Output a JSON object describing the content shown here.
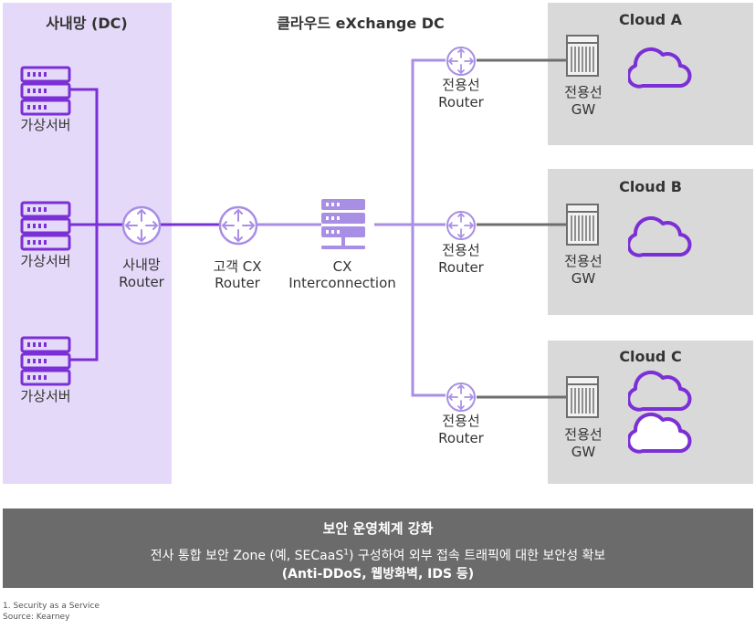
{
  "sections": {
    "dc_title": "사내망 (DC)",
    "exchange_title": "클라우드 eXchange DC",
    "cloud_a": "Cloud A",
    "cloud_b": "Cloud B",
    "cloud_c": "Cloud C"
  },
  "nodes": {
    "server_label": "가상서버",
    "dc_router": [
      "사내망",
      "Router"
    ],
    "cx_router": [
      "고객 CX",
      "Router"
    ],
    "interconnection": [
      "CX",
      "Interconnection"
    ],
    "dedicated_router": [
      "전용선",
      "Router"
    ],
    "dedicated_gw": [
      "전용선",
      "GW"
    ]
  },
  "banner": {
    "title": "보안 운영체계 강화",
    "line1_before": "전사 통합 보안 Zone (예, SECaaS",
    "line1_sup": "1",
    "line1_after": ") 구성하여 외부 접속 트래픽에 대한 보안성 확보",
    "line2": "(Anti-DDoS, 웹방화벽, IDS 등)"
  },
  "footnotes": {
    "note1": "1. Security as a Service",
    "source": "Source: Kearney"
  },
  "colors": {
    "purple_dark": "#7b2fd6",
    "purple_light": "#a98ee6",
    "dc_panel": "#e4d9f8",
    "cloud_panel": "#d9d9d9",
    "banner": "#6b6b6b",
    "link_gray": "#6e6e6e"
  }
}
